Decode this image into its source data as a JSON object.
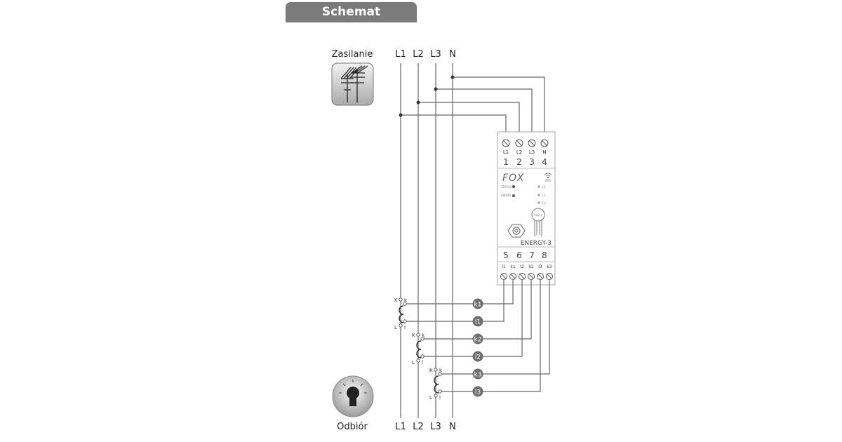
{
  "title": "Schemat podłączenia",
  "supply": {
    "label": "Zasilanie",
    "icon": "power-lines-icon"
  },
  "load": {
    "label": "Odbiór",
    "icon": "light-bulb-icon"
  },
  "phases_top": [
    "L1",
    "L2",
    "L3",
    "N"
  ],
  "phases_bottom": [
    "L1",
    "L2",
    "L3",
    "N"
  ],
  "device": {
    "brand": "FOX",
    "model": "ENERGY-3",
    "wifi_label": "WiFi",
    "top_terminal_labels": [
      "L1",
      "L2",
      "L3",
      "N"
    ],
    "top_terminal_numbers": [
      "1",
      "2",
      "3",
      "4"
    ],
    "bottom_terminal_numbers": [
      "5",
      "6",
      "7",
      "8"
    ],
    "bottom_terminal_labels": [
      "l1",
      "k1",
      "l2",
      "k2",
      "l3",
      "k3"
    ],
    "status_leds": [
      "STATUS",
      "ERROR"
    ],
    "phase_leds": [
      "L1",
      "L2",
      "L3"
    ],
    "reset_label": "RESET"
  },
  "ct_badges": [
    "k1",
    "l1",
    "k2",
    "l2",
    "k3",
    "l3"
  ],
  "ct_labels": {
    "K": "K",
    "k": "k",
    "L": "L",
    "l": "l"
  },
  "colors": {
    "line": "#555555",
    "badge": "#6e6e6e",
    "tab": "#7a7a7a"
  }
}
